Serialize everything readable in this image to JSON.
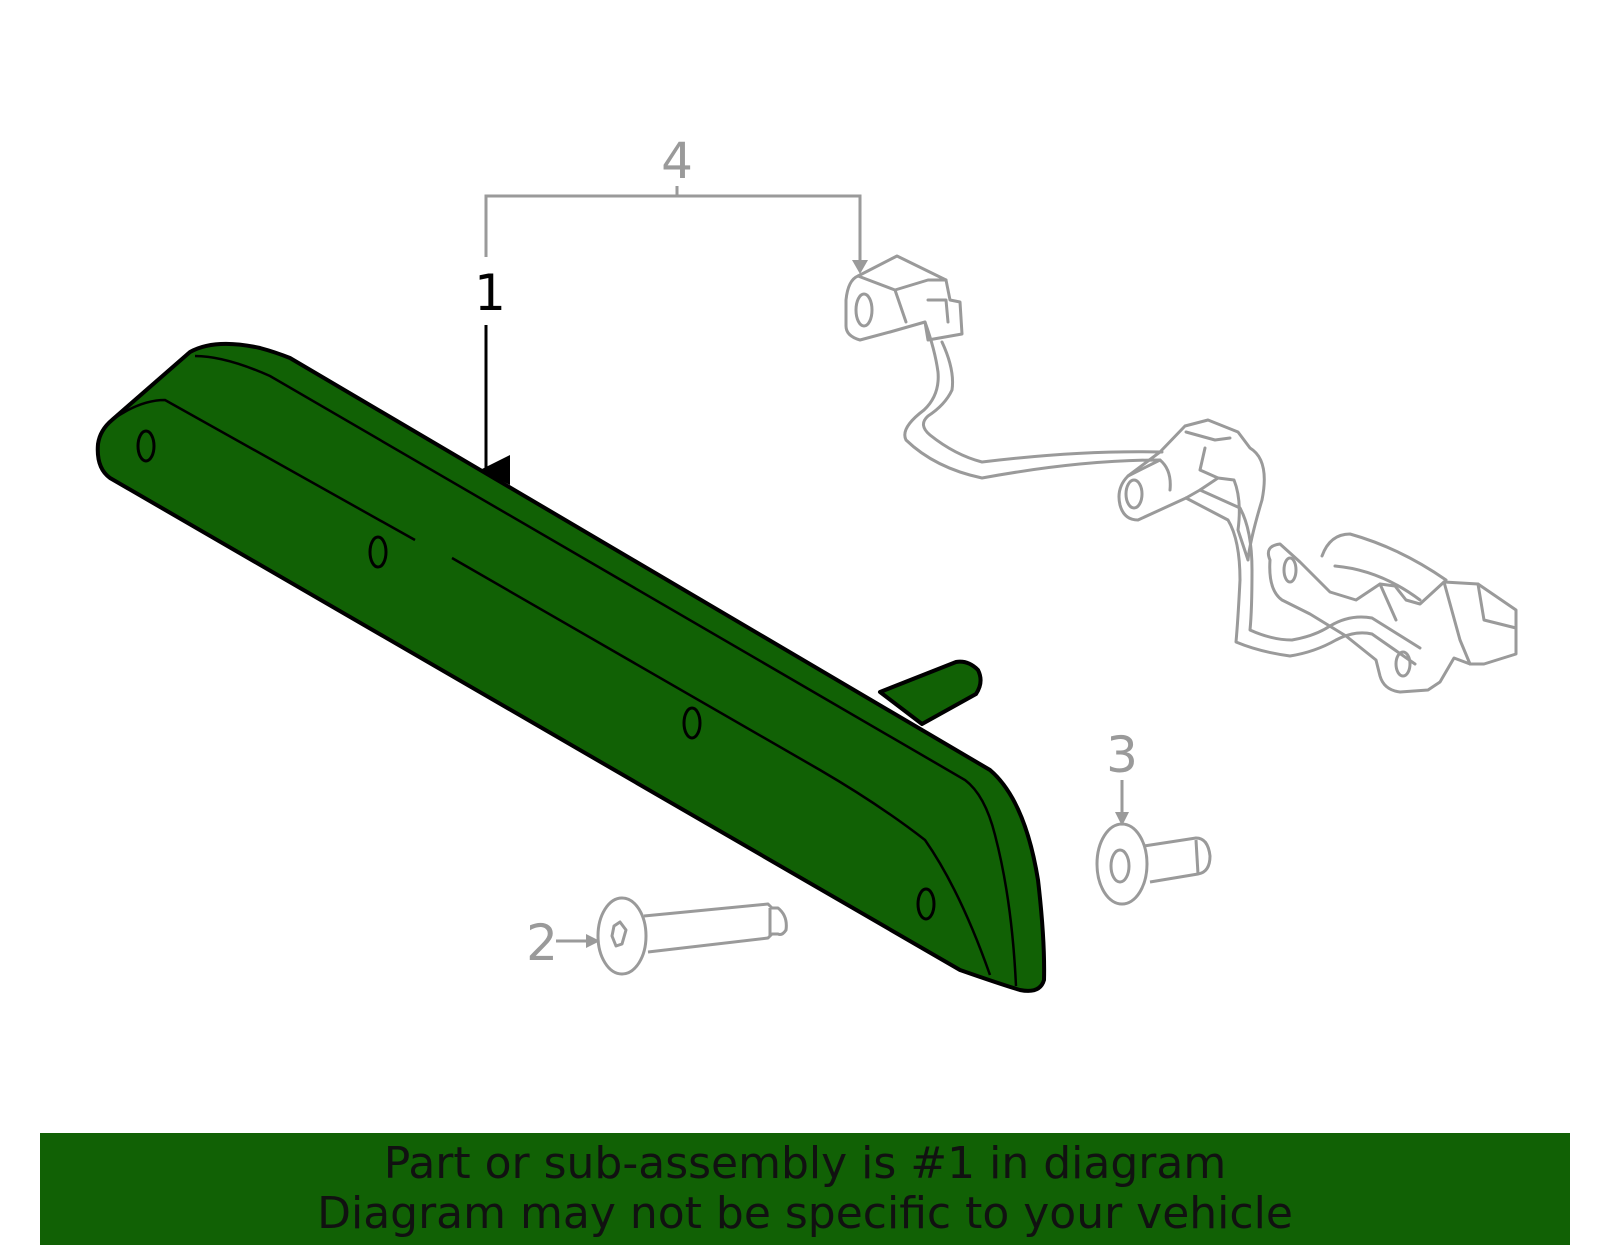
{
  "colors": {
    "highlight": "#116105",
    "outline": "#000000",
    "secondary_line": "#9a9a9a",
    "banner_bg": "#116105",
    "banner_text": "#111111"
  },
  "callouts": {
    "part1": "1",
    "part2": "2",
    "part3": "3",
    "part4": "4"
  },
  "banner": {
    "line1": "Part or sub-assembly is #1 in diagram",
    "line2": "Diagram may not be specific to your vehicle"
  }
}
